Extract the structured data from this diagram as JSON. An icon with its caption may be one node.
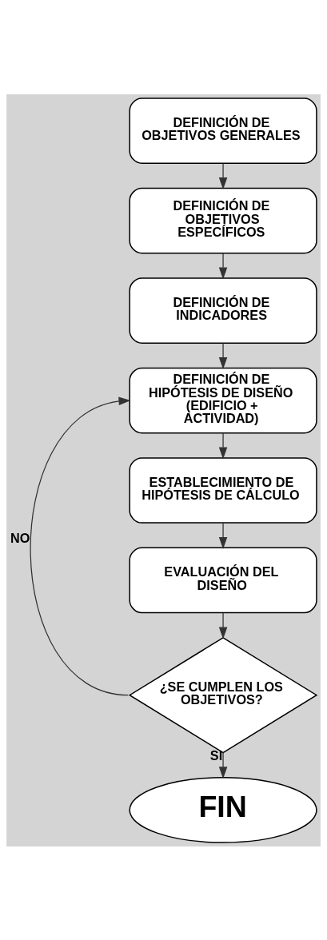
{
  "diagram": {
    "nodes": [
      {
        "text": [
          "DEFINICIÓN DE OBJETIVOS GENERALES"
        ]
      },
      {
        "text": [
          "DEFINICIÓN DE OBJETIVOS ESPECÍFICOS"
        ]
      },
      {
        "text": [
          "DEFINICIÓN DE INDICADORES"
        ]
      },
      {
        "text": [
          "DEFINICIÓN DE HIPÓTESIS DE DISEÑO (EDIFICIO + ACTIVIDAD)"
        ]
      },
      {
        "text": [
          "ESTABLECIMIENTO DE HIPÓTESIS DE CÁLCULO"
        ]
      },
      {
        "text": [
          "EVALUACIÓN DEL DISEÑO"
        ]
      },
      {
        "text": [
          "¿SE CUMPLEN LOS OBJETIVOS?"
        ]
      },
      {
        "text": [
          "FIN"
        ]
      }
    ],
    "edges": [
      {
        "from": 0,
        "to": 1,
        "arrow": "to"
      },
      {
        "from": 1,
        "to": 2,
        "arrow": "to"
      },
      {
        "from": 2,
        "to": 3,
        "arrow": "to"
      },
      {
        "from": 3,
        "to": 4,
        "arrow": "to"
      },
      {
        "from": 4,
        "to": 5,
        "arrow": "to"
      },
      {
        "from": 5,
        "to": 6,
        "arrow": "to"
      },
      {
        "from": 6,
        "to": 3,
        "arrow": "to",
        "label": "NO"
      },
      {
        "from": 6,
        "to": 7,
        "arrow": "to",
        "label": "SI"
      }
    ]
  }
}
